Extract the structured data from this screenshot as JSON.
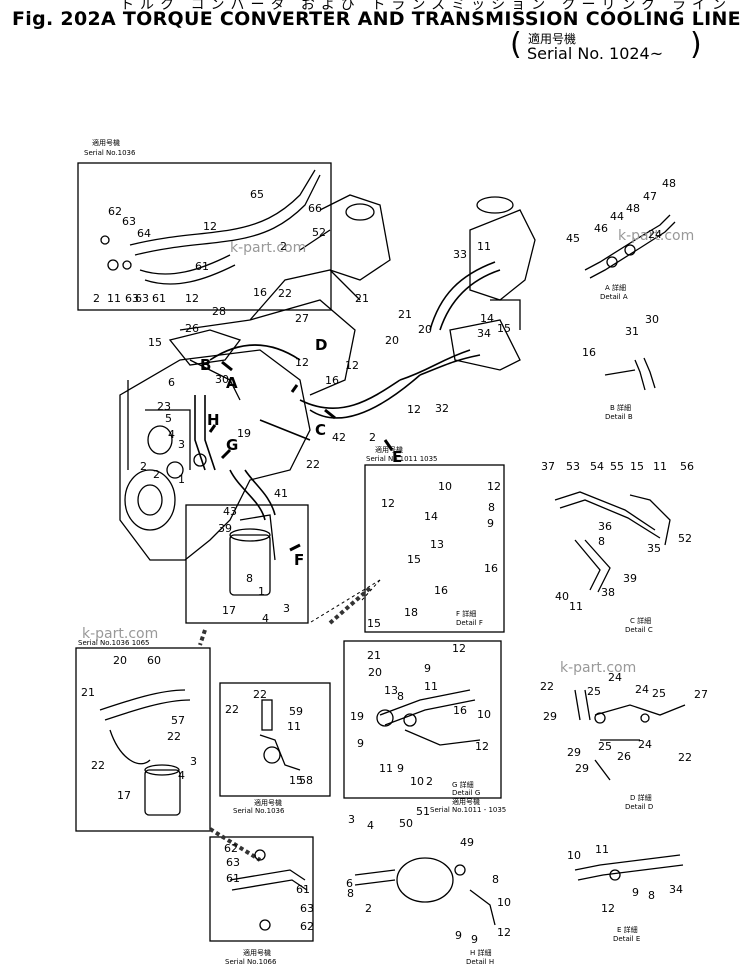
{
  "header": {
    "kana": "トルク コンバータ および トランスミッション クーリング ライン",
    "title": "Fig. 202A  TORQUE CONVERTER AND TRANSMISSION COOLING LINE",
    "serial_jp": "適用号機",
    "serial": "Serial No. 1024~"
  },
  "watermark": "k-part.com",
  "insets": [
    {
      "id": "serial-1036-top",
      "cap_jp": "適用号機",
      "cap": "Serial No.1036"
    },
    {
      "id": "detail-f",
      "cap_jp": "適用号機",
      "cap": "Serial No.1011  1035",
      "foot_jp": "F 詳細",
      "foot": "Detail  F"
    },
    {
      "id": "serial-1036-1065",
      "cap": "Serial No.1036  1065"
    },
    {
      "id": "serial-1036-mid",
      "foot_jp": "適用号機",
      "foot": "Serial No.1036"
    },
    {
      "id": "detail-g",
      "foot_jp": "G 詳細",
      "foot": "Detail  G",
      "foot2_jp": "適用号機",
      "foot2": "Serial No.1011 - 1035"
    },
    {
      "id": "serial-1066",
      "foot_jp": "適用号機",
      "foot": "Serial No.1066"
    }
  ],
  "detail_captions": [
    {
      "id": "detail-a",
      "jp": "A 詳細",
      "en": "Detail  A"
    },
    {
      "id": "detail-b",
      "jp": "B 詳細",
      "en": "Detail  B"
    },
    {
      "id": "detail-c",
      "jp": "C 詳細",
      "en": "Detail  C"
    },
    {
      "id": "detail-d",
      "jp": "D 詳細",
      "en": "Detail  D"
    },
    {
      "id": "detail-e",
      "jp": "E 詳細",
      "en": "Detail  E"
    },
    {
      "id": "detail-h",
      "jp": "H 詳細",
      "en": "Detail  H"
    }
  ],
  "view_letters": [
    "A",
    "B",
    "C",
    "D",
    "E",
    "F",
    "G",
    "H"
  ],
  "callouts": {
    "top_inset": [
      "62",
      "63",
      "64",
      "65",
      "66",
      "12",
      "2",
      "63",
      "61",
      "11",
      "63",
      "61",
      "12",
      "2",
      "52"
    ],
    "main": [
      "33",
      "11",
      "21",
      "20",
      "14",
      "15",
      "28",
      "16",
      "22",
      "27",
      "26",
      "15",
      "30",
      "6",
      "23",
      "5",
      "4",
      "3",
      "2",
      "2",
      "1",
      "19",
      "43",
      "39",
      "22",
      "41",
      "42",
      "12",
      "2",
      "32",
      "34",
      "21",
      "20",
      "12",
      "16",
      "12",
      "8",
      "1",
      "17",
      "4",
      "3"
    ],
    "detail_a": [
      "48",
      "47",
      "48",
      "44",
      "46",
      "45",
      "24"
    ],
    "detail_b": [
      "30",
      "31",
      "16"
    ],
    "detail_c": [
      "37",
      "53",
      "54",
      "55",
      "15",
      "11",
      "56",
      "36",
      "8",
      "35",
      "52",
      "39",
      "38",
      "40",
      "11"
    ],
    "detail_f": [
      "10",
      "12",
      "12",
      "8",
      "14",
      "9",
      "16",
      "13",
      "15",
      "16",
      "18",
      "15"
    ],
    "inset_1036_1065": [
      "20",
      "60",
      "21",
      "57",
      "22",
      "22",
      "17",
      "3",
      "4"
    ],
    "inset_1036_mid": [
      "22",
      "22",
      "59",
      "11",
      "15",
      "58"
    ],
    "detail_g": [
      "21",
      "20",
      "9",
      "12",
      "11",
      "13",
      "8",
      "19",
      "9",
      "16",
      "10",
      "11",
      "9",
      "10",
      "2",
      "12"
    ],
    "detail_d": [
      "22",
      "25",
      "24",
      "24",
      "25",
      "27",
      "29",
      "29",
      "25",
      "24",
      "29",
      "26",
      "22"
    ],
    "inset_1066": [
      "62",
      "63",
      "61",
      "61",
      "63",
      "62"
    ],
    "detail_h": [
      "3",
      "4",
      "50",
      "51",
      "49",
      "9",
      "6",
      "2",
      "8",
      "10",
      "12",
      "9",
      "8"
    ],
    "detail_e": [
      "10",
      "11",
      "34",
      "12",
      "9",
      "8"
    ]
  }
}
